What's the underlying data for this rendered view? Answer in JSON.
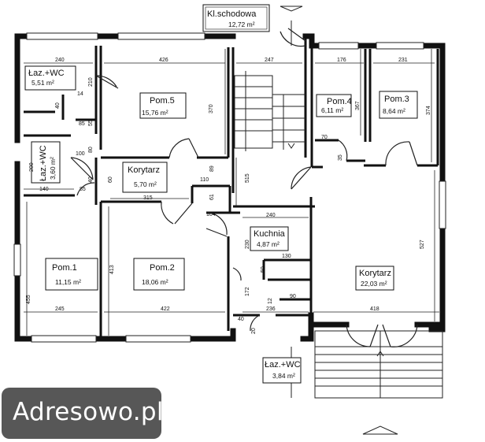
{
  "rooms": {
    "klatka": {
      "name": "Kl.schodowa",
      "area": "12,72 m²"
    },
    "laz_top": {
      "name": "Łaz.+WC",
      "area": "5,51 m²"
    },
    "pom5": {
      "name": "Pom.5",
      "area": "15,76 m²"
    },
    "pom4": {
      "name": "Pom.4",
      "area": "6,11 m²"
    },
    "pom3": {
      "name": "Pom.3",
      "area": "8,64 m²"
    },
    "laz_left": {
      "name": "Łaz.+WC",
      "area": "3,60 m²"
    },
    "korytarz_mid": {
      "name": "Korytarz",
      "area": "5,70 m²"
    },
    "kuchnia": {
      "name": "Kuchnia",
      "area": "4,87 m²"
    },
    "pom1": {
      "name": "Pom.1",
      "area": "11,15 m²"
    },
    "pom2": {
      "name": "Pom.2",
      "area": "18,06 m²"
    },
    "korytarz_right": {
      "name": "Korytarz",
      "area": "22,03 m²"
    },
    "laz_bottom": {
      "name": "Łaz.+WC",
      "area": "3,84 m²"
    }
  },
  "dimensions": {
    "d240a": "240",
    "d426": "426",
    "d247": "247",
    "d176": "176",
    "d231": "231",
    "d210": "210",
    "d370": "370",
    "d367": "367",
    "d374": "374",
    "d14": "14",
    "d40a": "40",
    "d85a": "85",
    "d55": "55",
    "d100": "100",
    "d80": "80",
    "d200": "200",
    "d140": "140",
    "d85b": "85",
    "d40b": "40",
    "d60": "60",
    "d89": "89",
    "d110": "110",
    "d61": "61",
    "d515": "515",
    "d315": "315",
    "d104": "104",
    "d70": "70",
    "d35": "35",
    "d240b": "240",
    "d527": "527",
    "d230": "230",
    "d130": "130",
    "d50": "50",
    "d413": "413",
    "d455": "455",
    "d172": "172",
    "d12": "12",
    "d90": "90",
    "d245": "245",
    "d422": "422",
    "d236": "236",
    "d418": "418",
    "d40c": "40",
    "d20": "20"
  },
  "watermark": "Adresowo.pl"
}
